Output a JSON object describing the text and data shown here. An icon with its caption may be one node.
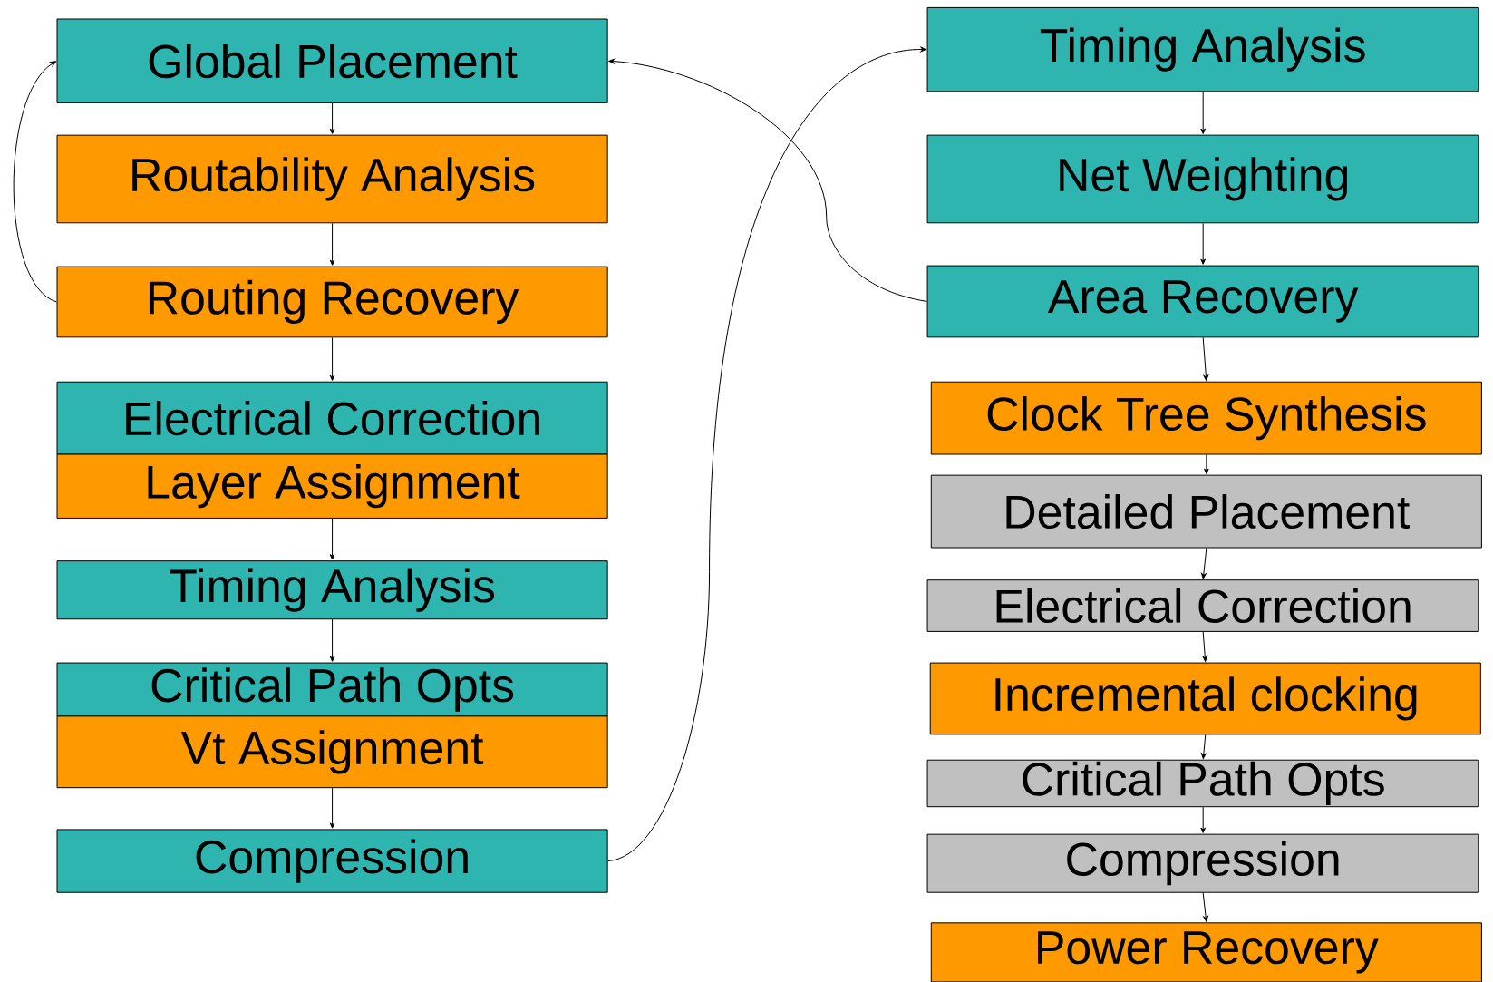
{
  "diagram": {
    "nodes": [
      {
        "text": [
          "Global Placement"
        ]
      },
      {
        "text": [
          "Routability Analysis"
        ]
      },
      {
        "text": [
          "Routing Recovery"
        ]
      },
      {
        "text": [
          "Electrical Correction"
        ]
      },
      {
        "text": [
          "Layer Assignment"
        ]
      },
      {
        "text": [
          "Timing Analysis"
        ]
      },
      {
        "text": [
          "Critical Path Opts"
        ]
      },
      {
        "text": [
          "Vt Assignment"
        ]
      },
      {
        "text": [
          "Compression"
        ]
      },
      {
        "text": [
          "Timing Analysis"
        ]
      },
      {
        "text": [
          "Net Weighting"
        ]
      },
      {
        "text": [
          "Area Recovery"
        ]
      },
      {
        "text": [
          "Clock Tree Synthesis"
        ]
      },
      {
        "text": [
          "Detailed Placement"
        ]
      },
      {
        "text": [
          "Electrical Correction"
        ]
      },
      {
        "text": [
          "Incremental clocking"
        ]
      },
      {
        "text": [
          "Critical Path Opts"
        ]
      },
      {
        "text": [
          "Compression"
        ]
      },
      {
        "text": [
          "Power Recovery"
        ]
      }
    ],
    "edges": [
      {
        "from": 0,
        "to": 1,
        "arrow": "to"
      },
      {
        "from": 1,
        "to": 2,
        "arrow": "to"
      },
      {
        "from": 2,
        "to": 0,
        "arrow": "to"
      },
      {
        "from": 2,
        "to": 3,
        "arrow": "to"
      },
      {
        "from": 4,
        "to": 5,
        "arrow": "to"
      },
      {
        "from": 5,
        "to": 6,
        "arrow": "to"
      },
      {
        "from": 7,
        "to": 8,
        "arrow": "to"
      },
      {
        "from": 8,
        "to": 9,
        "arrow": "to"
      },
      {
        "from": 9,
        "to": 10,
        "arrow": "to"
      },
      {
        "from": 10,
        "to": 11,
        "arrow": "to"
      },
      {
        "from": 11,
        "to": 0,
        "arrow": "to"
      },
      {
        "from": 11,
        "to": 12,
        "arrow": "to"
      },
      {
        "from": 12,
        "to": 13,
        "arrow": "to"
      },
      {
        "from": 13,
        "to": 14,
        "arrow": "to"
      },
      {
        "from": 14,
        "to": 15,
        "arrow": "to"
      },
      {
        "from": 15,
        "to": 16,
        "arrow": "to"
      },
      {
        "from": 16,
        "to": 17,
        "arrow": "to"
      },
      {
        "from": 17,
        "to": 18,
        "arrow": "to"
      }
    ]
  }
}
